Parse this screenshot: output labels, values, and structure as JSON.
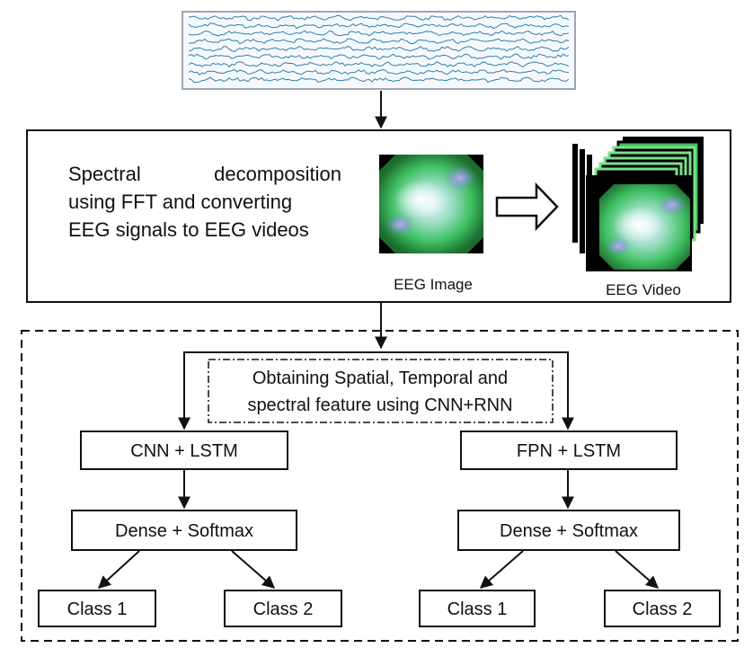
{
  "diagram": {
    "step1_text_lines": [
      "Spectral decomposition",
      "using FFT and converting",
      "EEG signals to EEG videos"
    ],
    "eeg_image_caption": "EEG Image",
    "eeg_video_caption": "EEG Video",
    "feature_text_lines": [
      "Obtaining Spatial, Temporal and",
      "spectral feature using CNN+RNN"
    ],
    "branch_left": {
      "model": "CNN + LSTM",
      "head": "Dense + Softmax",
      "class_a": "Class 1",
      "class_b": "Class 2"
    },
    "branch_right": {
      "model": "FPN + LSTM",
      "head": "Dense + Softmax",
      "class_a": "Class 1",
      "class_b": "Class 2"
    },
    "colors": {
      "eeg_trace": "#2f7fb0",
      "arrow": "#111111",
      "box_stroke": "#111111"
    }
  }
}
